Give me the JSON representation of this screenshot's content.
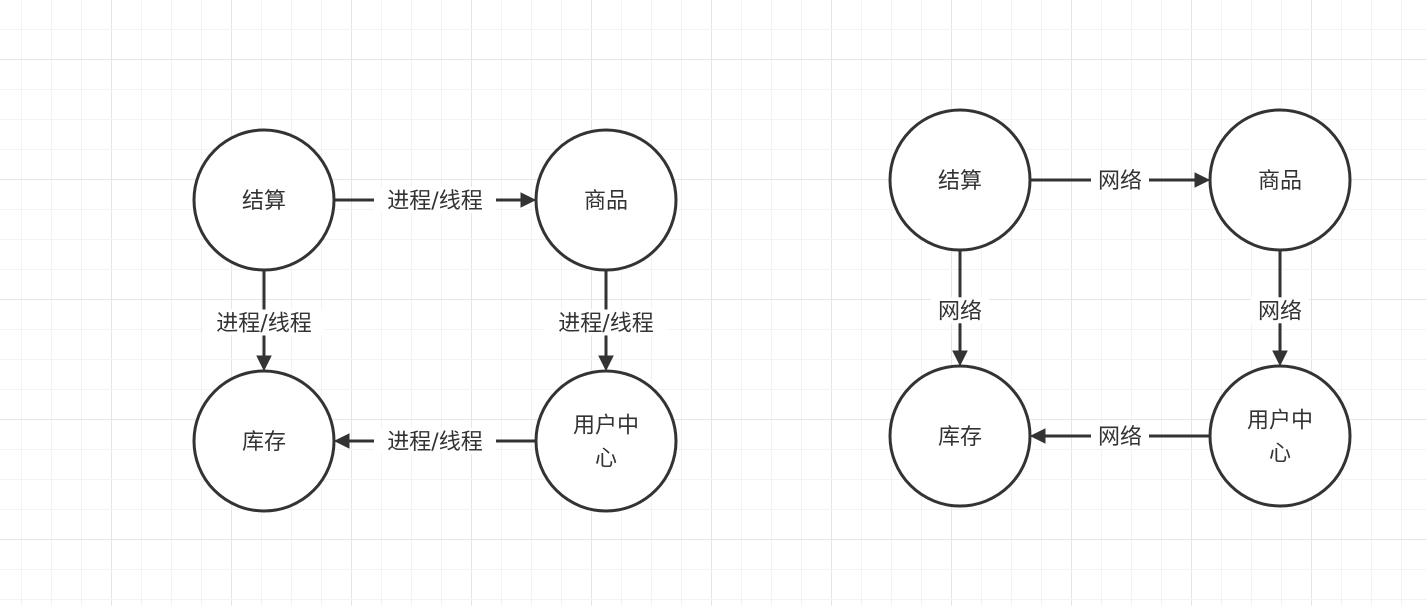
{
  "colors": {
    "stroke": "#333333",
    "text": "#333333",
    "background": "#ffffff",
    "grid_minor": "#f3f3f3",
    "grid_major": "#e6e6e6"
  },
  "diagrams": [
    {
      "name": "in-process-diagram",
      "nodes": [
        {
          "id": "settlement",
          "lines": [
            "结算"
          ]
        },
        {
          "id": "goods",
          "lines": [
            "商品"
          ]
        },
        {
          "id": "inventory",
          "lines": [
            "库存"
          ]
        },
        {
          "id": "user-center",
          "lines": [
            "用户中",
            "心"
          ]
        }
      ],
      "edges": [
        {
          "from": "settlement",
          "to": "goods",
          "label": "进程/线程"
        },
        {
          "from": "settlement",
          "to": "inventory",
          "label": "进程/线程"
        },
        {
          "from": "goods",
          "to": "user-center",
          "label": "进程/线程"
        },
        {
          "from": "user-center",
          "to": "inventory",
          "label": "进程/线程"
        }
      ]
    },
    {
      "name": "network-diagram",
      "nodes": [
        {
          "id": "settlement",
          "lines": [
            "结算"
          ]
        },
        {
          "id": "goods",
          "lines": [
            "商品"
          ]
        },
        {
          "id": "inventory",
          "lines": [
            "库存"
          ]
        },
        {
          "id": "user-center",
          "lines": [
            "用户中",
            "心"
          ]
        }
      ],
      "edges": [
        {
          "from": "settlement",
          "to": "goods",
          "label": "网络"
        },
        {
          "from": "settlement",
          "to": "inventory",
          "label": "网络"
        },
        {
          "from": "goods",
          "to": "user-center",
          "label": "网络"
        },
        {
          "from": "user-center",
          "to": "inventory",
          "label": "网络"
        }
      ]
    }
  ]
}
